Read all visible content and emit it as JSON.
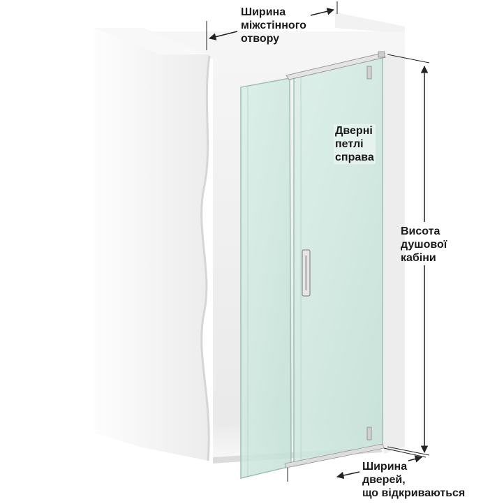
{
  "labels": {
    "opening_width": [
      "Ширина",
      "міжстінного",
      "отвору"
    ],
    "hinges_right": [
      "Дверні",
      "петлі",
      "справа"
    ],
    "cabin_height": [
      "Висота",
      "душової",
      "кабіни"
    ],
    "door_width": [
      "Ширина",
      "дверей,",
      "що відкриваються"
    ]
  },
  "colors": {
    "wall": "#f4f4f4",
    "wall_shadow": "#e2e2e2",
    "glass": "#cfe8e0",
    "glass_edge": "#9fbfb6",
    "metal": "#d8d8d8",
    "dimension_line": "#222222",
    "text": "#1a1a1a"
  }
}
